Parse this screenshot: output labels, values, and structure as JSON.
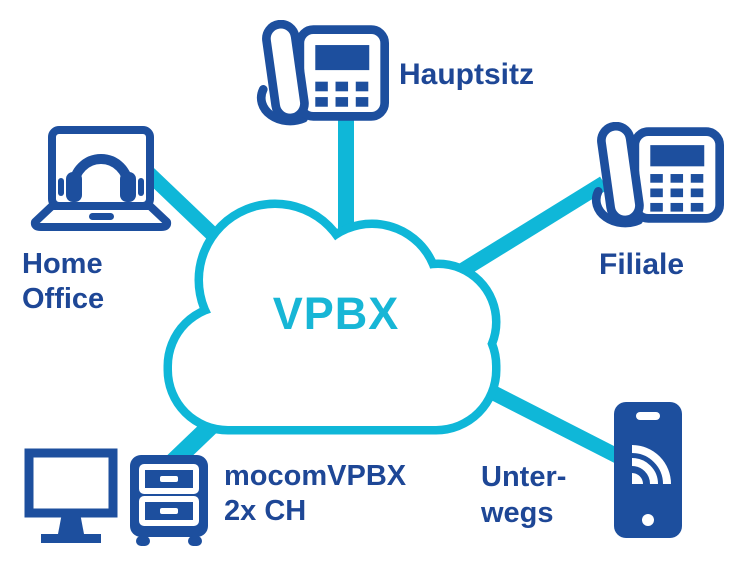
{
  "cloud": {
    "label": "VPBX"
  },
  "nodes": {
    "hauptsitz": {
      "label": "Hauptsitz"
    },
    "filiale": {
      "label": "Filiale"
    },
    "home_office": {
      "line1": "Home",
      "line2": "Office"
    },
    "mocom": {
      "line1": "mocomVPBX",
      "line2": "2x CH"
    },
    "unterwegs": {
      "line1": "Unter-",
      "line2": "wegs"
    }
  },
  "icons": {
    "hauptsitz": "desk-phone-icon",
    "filiale": "desk-phone-icon",
    "home_office": "laptop-headset-icon",
    "mocom_monitor": "monitor-icon",
    "mocom_server": "server-drawer-icon",
    "unterwegs": "smartphone-wireless-icon"
  },
  "colors": {
    "accent_cyan": "#0fb7d8",
    "cloud_label_cyan": "#17b6d6",
    "brand_blue": "#1d4f9e",
    "text_blue": "#1e4796",
    "background": "#ffffff"
  }
}
